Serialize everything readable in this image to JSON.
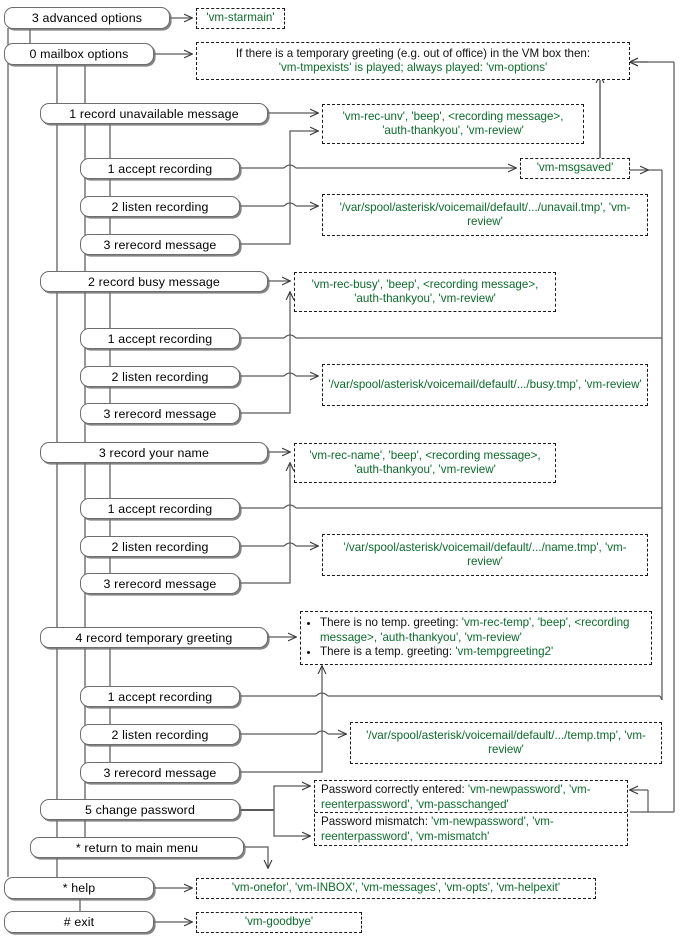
{
  "diagram": {
    "title": "Asterisk voicemail advanced / mailbox options flow",
    "accent_green": "#0a6b2a",
    "node_border": "#6e6e6e",
    "note_border": "#1a1a1a"
  },
  "nodes": {
    "advanced_options": "3 advanced options",
    "mailbox_options": "0 mailbox options",
    "record_unavailable": "1 record unavailable message",
    "unavail_accept": "1 accept recording",
    "unavail_listen": "2 listen recording",
    "unavail_rerecord": "3 rerecord message",
    "record_busy": "2 record busy message",
    "busy_accept": "1 accept recording",
    "busy_listen": "2 listen recording",
    "busy_rerecord": "3 rerecord message",
    "record_name": "3 record your name",
    "name_accept": "1 accept recording",
    "name_listen": "2 listen recording",
    "name_rerecord": "3 rerecord message",
    "record_temp": "4 record temporary greeting",
    "temp_accept": "1 accept recording",
    "temp_listen": "2 listen recording",
    "temp_rerecord": "3 rerecord message",
    "change_password": "5 change password",
    "return_main": "* return to main menu",
    "help": "* help",
    "exit": "# exit"
  },
  "notes": {
    "starmain": "'vm-starmain'",
    "mailbox_options_intro": "If there is a temporary greeting (e.g. out of office) in the VM box then:",
    "mailbox_options_detail": "'vm-tmpexists' is played; always played: 'vm-options'",
    "rec_unv": "'vm-rec-unv', 'beep', <recording message>, 'auth-thankyou', 'vm-review'",
    "msgsaved": "'vm-msgsaved'",
    "unavail_tmp": "'/var/spool/asterisk/voicemail/default/.../unavail.tmp', 'vm-review'",
    "rec_busy": "'vm-rec-busy', 'beep', <recording message>, 'auth-thankyou', 'vm-review'",
    "busy_tmp": "'/var/spool/asterisk/voicemail/default/.../busy.tmp', 'vm-review'",
    "rec_name": "'vm-rec-name', 'beep', <recording message>, 'auth-thankyou', 'vm-review'",
    "name_tmp": "'/var/spool/asterisk/voicemail/default/.../name.tmp', 'vm-review'",
    "temp_bullet_1_label": "There is no temp. greeting: ",
    "temp_bullet_1_value": "'vm-rec-temp', 'beep', <recording message>, 'auth-thankyou', 'vm-review'",
    "temp_bullet_2_label": "There is a temp. greeting: ",
    "temp_bullet_2_value": "'vm-tempgreeting2'",
    "temp_tmp": "'/var/spool/asterisk/voicemail/default/.../temp.tmp', 'vm-review'",
    "pwd_ok_label": "Password correctly entered: ",
    "pwd_ok_value": "'vm-newpassword', 'vm-reenterpassword', 'vm-passchanged'",
    "pwd_bad_label": "Password mismatch: ",
    "pwd_bad_value": "'vm-newpassword', 'vm-reenterpassword', 'vm-mismatch'",
    "help_sounds": "'vm-onefor', 'vm-INBOX', 'vm-messages', 'vm-opts', 'vm-helpexit'",
    "goodbye": "'vm-goodbye'"
  }
}
